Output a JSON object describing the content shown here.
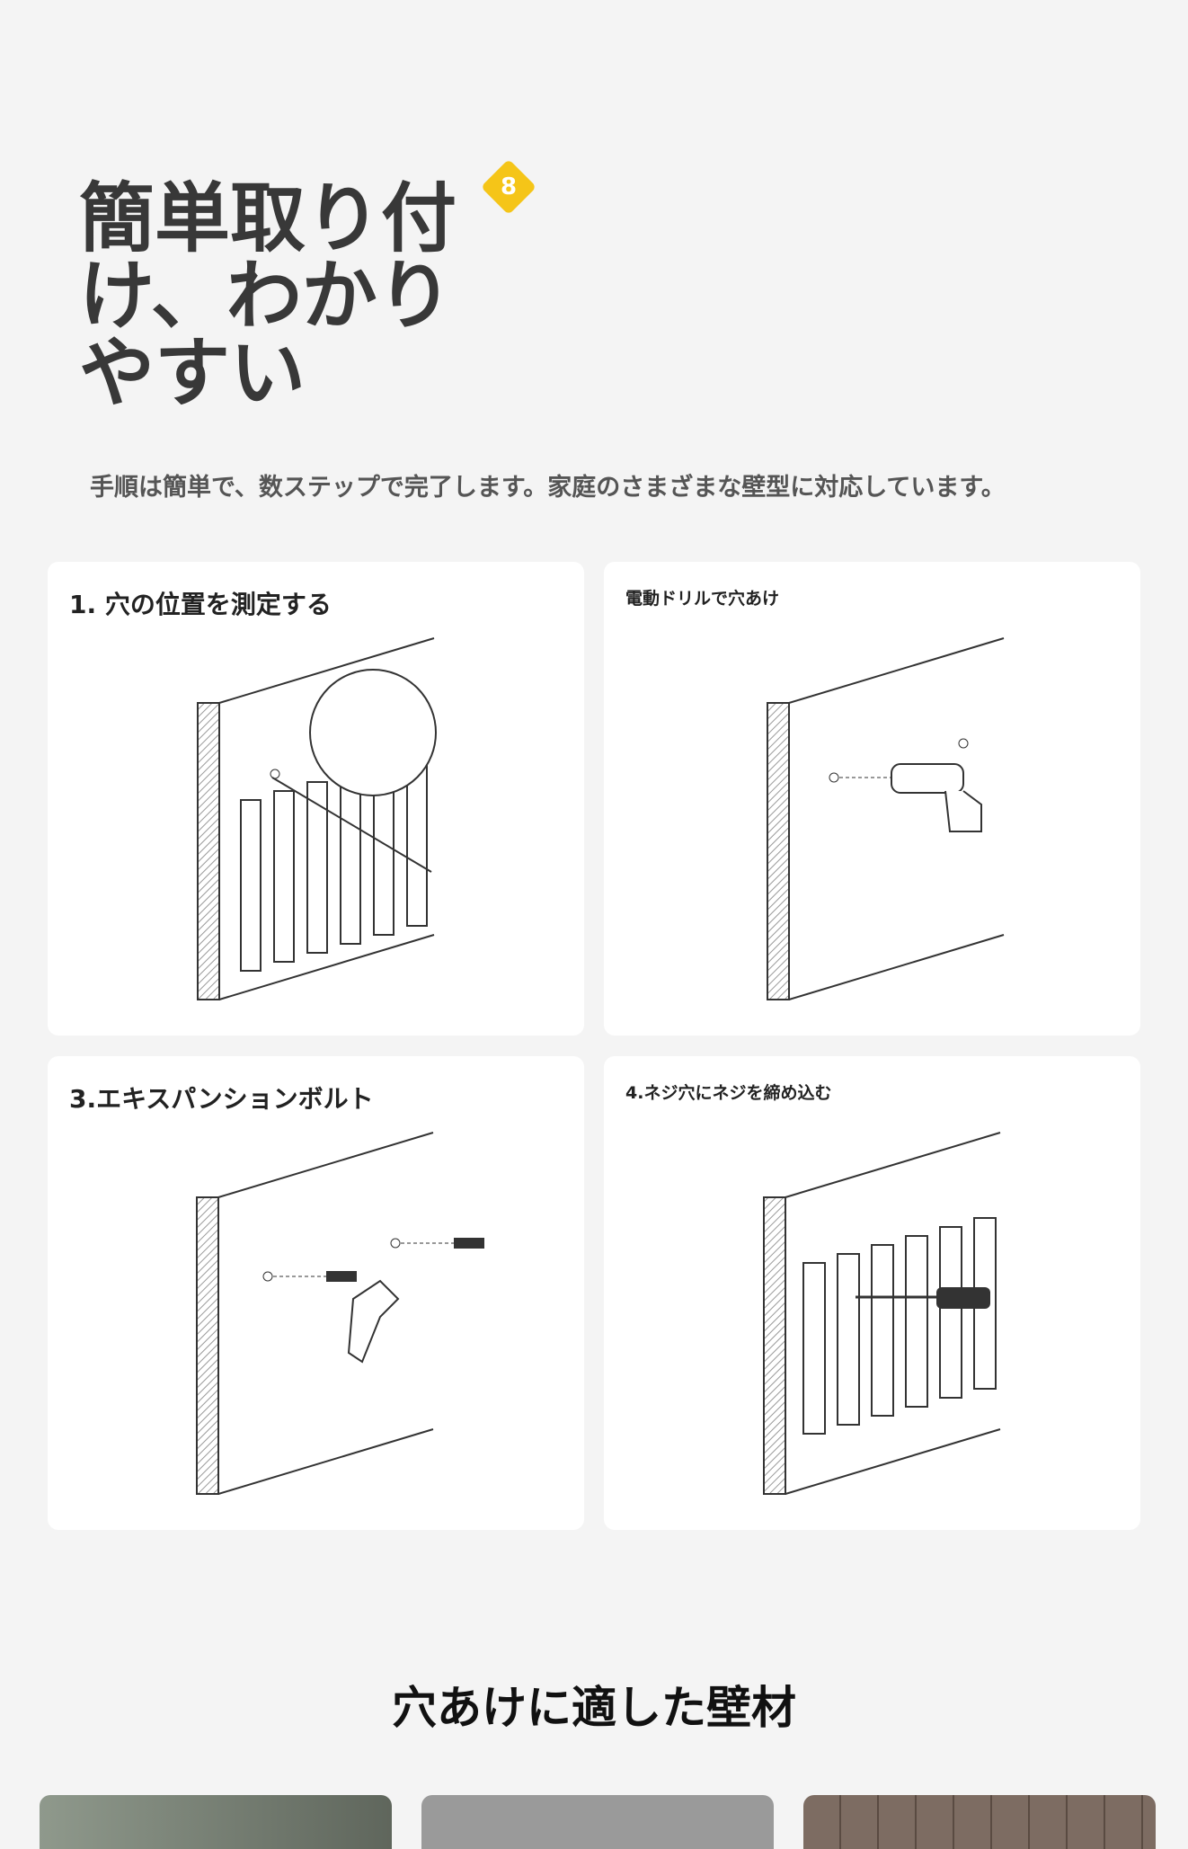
{
  "header": {
    "title": "簡単取り付け、わかりやすい",
    "badge": "8",
    "subtitle": "手順は簡単で、数ステップで完了します。家庭のさまざまな壁型に対応しています。"
  },
  "steps": [
    {
      "label": "1. 穴の位置を測定する"
    },
    {
      "label": "電動ドリルで穴あけ"
    },
    {
      "label": "3.エキスパンションボルト"
    },
    {
      "label": "4.ネジ穴にネジを締め込む"
    }
  ],
  "materials": {
    "heading": "穴あけに適した壁材",
    "swatches": [
      {
        "color": "#7f877c"
      },
      {
        "color": "#9a9a9a"
      },
      {
        "color": "#7d6c62"
      }
    ]
  }
}
